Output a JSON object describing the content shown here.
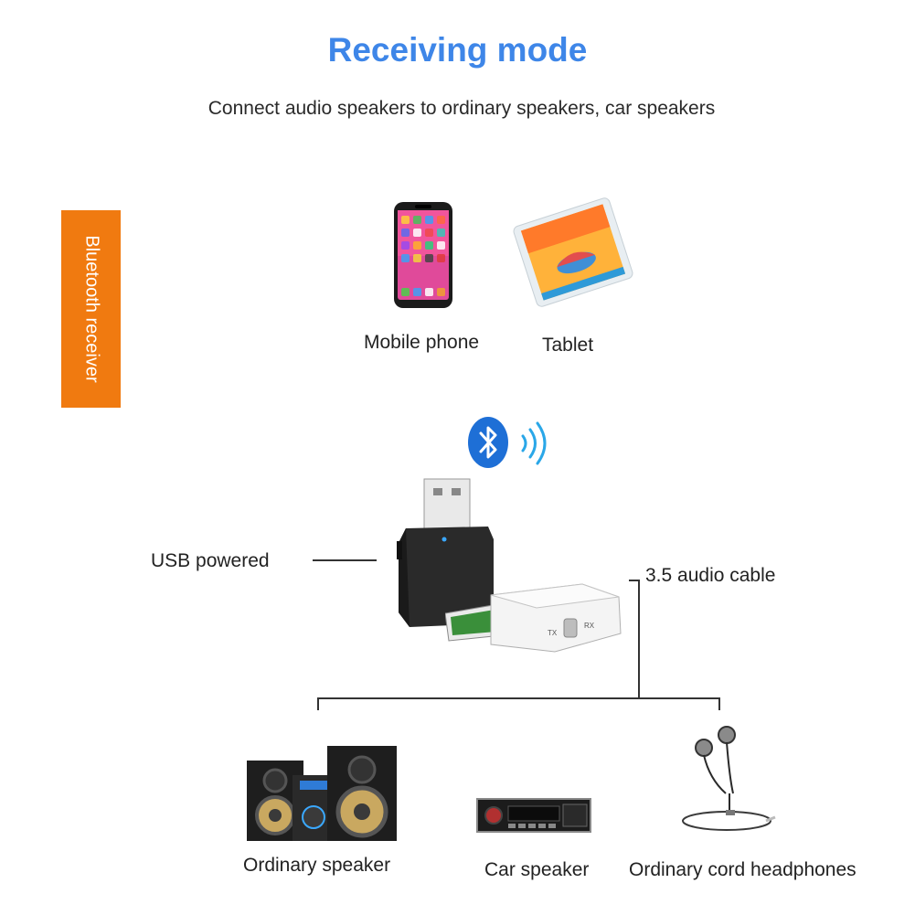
{
  "header": {
    "title": "Receiving mode",
    "subtitle": "Connect audio speakers to ordinary speakers, car speakers"
  },
  "side_tab": {
    "label": "Bluetooth receiver",
    "color": "#f07a10"
  },
  "devices": {
    "mobile_phone": "Mobile phone",
    "tablet": "Tablet"
  },
  "adapter": {
    "usb_powered": "USB powered",
    "audio_cable": "3.5 audio cable",
    "switch_tx": "TX",
    "switch_rx": "RX"
  },
  "outputs": {
    "ordinary_speaker": "Ordinary speaker",
    "car_speaker": "Car speaker",
    "headphones": "Ordinary cord headphones"
  },
  "colors": {
    "title": "#3e86e8",
    "bluetooth": "#1e6fd6"
  }
}
